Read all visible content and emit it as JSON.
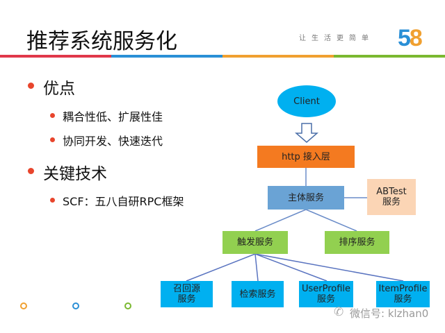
{
  "title": "推荐系统服务化",
  "slogan": "让生活更简单",
  "logo": {
    "text1": "5",
    "text2": "8"
  },
  "colors": {
    "red": "#e0384a",
    "blue": "#2a8fd6",
    "orange": "#f0a030",
    "green": "#7ab830"
  },
  "bullets": [
    {
      "label": "优点",
      "sub": [
        "耦合性低、扩展性佳",
        "协同开发、快速迭代"
      ]
    },
    {
      "label": "关键技术",
      "sub": [
        "SCF：五八自研RPC框架"
      ]
    }
  ],
  "diagram": {
    "client": "Client",
    "access": "http 接入层",
    "main": "主体服务",
    "abtest": [
      "ABTest",
      "服务"
    ],
    "trigger": "触发服务",
    "sort": "排序服务",
    "leaves": [
      [
        "召回源",
        "服务"
      ],
      [
        "检索服务",
        ""
      ],
      [
        "UserProfile",
        "服务"
      ],
      [
        "ItemProfile",
        "服务"
      ]
    ]
  },
  "watermark": "微信号: klzhan0"
}
